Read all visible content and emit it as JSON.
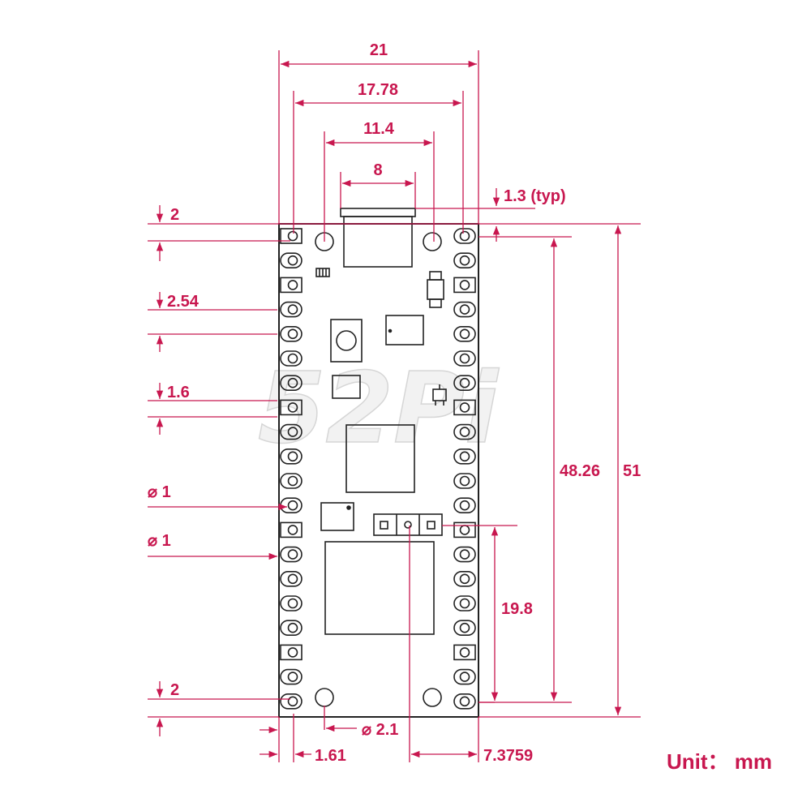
{
  "dimensions": {
    "width_total": "21",
    "pin_row_spacing": "17.78",
    "mount_hole_spacing": "11.4",
    "usb_width": "8",
    "usb_overhang": "1.3 (typ)",
    "top_offset": "2",
    "pin_pitch": "2.54",
    "pad_size": "1.6",
    "pin_hole_dia_1": "⌀ 1",
    "pin_hole_dia_2": "⌀ 1",
    "bottom_offset": "2",
    "mount_hole_dia": "⌀ 2.1",
    "edge_to_pin": "1.61",
    "debug_offset_x": "7.3759",
    "pin_row_length": "48.26",
    "length_total": "51",
    "debug_offset_y": "19.8"
  },
  "unit_label": "Unit：  mm",
  "watermark": "52Pi",
  "colors": {
    "dimension": "#c8174f",
    "outline": "#222222"
  }
}
